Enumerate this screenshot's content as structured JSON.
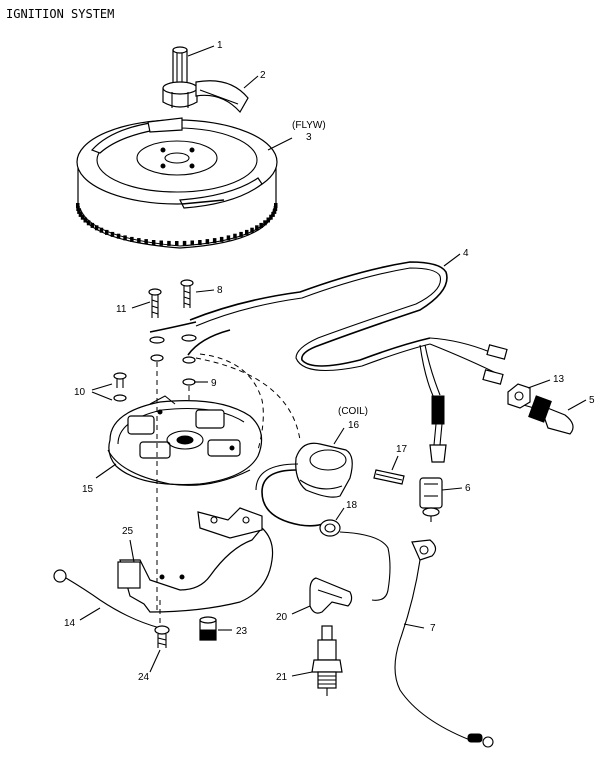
{
  "title": "IGNITION SYSTEM",
  "callouts": {
    "c1": "1",
    "c2": "2",
    "c3": "3",
    "c3_note": "(FLYW)",
    "c4": "4",
    "c5": "5",
    "c6": "6",
    "c7": "7",
    "c8": "8",
    "c9": "9",
    "c10": "10",
    "c11": "11",
    "c13": "13",
    "c14": "14",
    "c15": "15",
    "c16": "16",
    "c16_note": "(COIL)",
    "c17": "17",
    "c18": "18",
    "c20": "20",
    "c21": "21",
    "c23": "23",
    "c24": "24",
    "c25": "25"
  }
}
